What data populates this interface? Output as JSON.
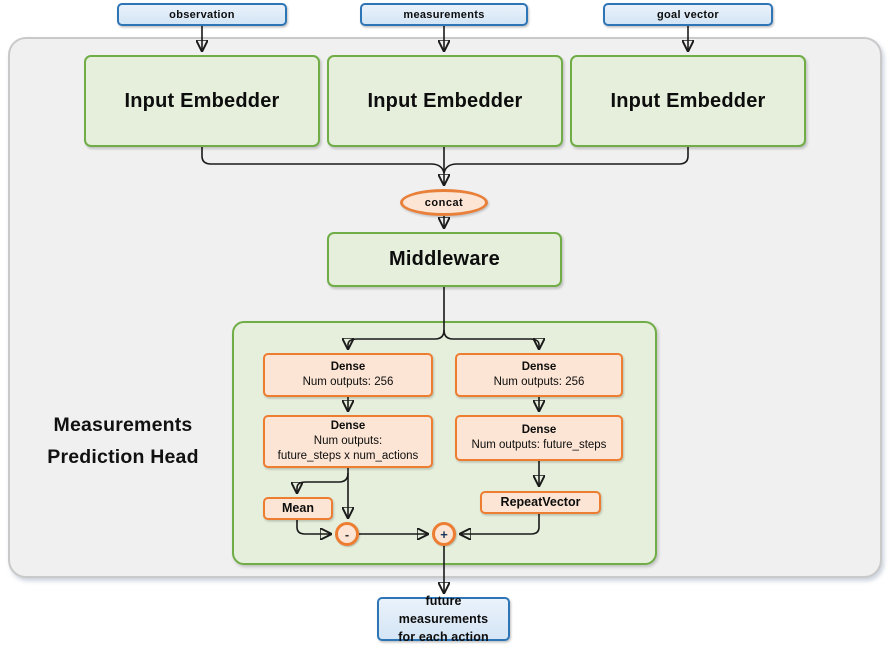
{
  "colors": {
    "blue_border": "#2e75b6",
    "blue_fill": "#dbe9f7",
    "green_border": "#70ad47",
    "green_fill": "#e6efdc",
    "orange_border": "#ed7d31",
    "orange_fill": "#fce5d4",
    "container_fill": "#f0f0f0",
    "container_border": "#c9c9c9",
    "connector_color": "#1a1a1a"
  },
  "inputs": [
    {
      "label": "observation"
    },
    {
      "label": "measurements"
    },
    {
      "label": "goal vector"
    }
  ],
  "embedders": [
    {
      "label": "Input Embedder"
    },
    {
      "label": "Input Embedder"
    },
    {
      "label": "Input Embedder"
    }
  ],
  "concat": {
    "label": "concat"
  },
  "middleware": {
    "label": "Middleware"
  },
  "head": {
    "title_line1": "Measurements",
    "title_line2": "Prediction Head",
    "dense_action_1": {
      "title": "Dense",
      "line1": "Num outputs: 256"
    },
    "dense_action_2": {
      "title": "Dense",
      "line1": "Num outputs:",
      "line2": "future_steps x num_actions"
    },
    "dense_expect_1": {
      "title": "Dense",
      "line1": "Num outputs: 256"
    },
    "dense_expect_2": {
      "title": "Dense",
      "line1": "Num outputs: future_steps"
    },
    "mean": {
      "label": "Mean"
    },
    "repeat_vector": {
      "label": "RepeatVector"
    },
    "subtract_op": {
      "label": "-"
    },
    "add_op": {
      "label": "+"
    }
  },
  "output": {
    "line1": "future measurements",
    "line2": "for each action"
  }
}
